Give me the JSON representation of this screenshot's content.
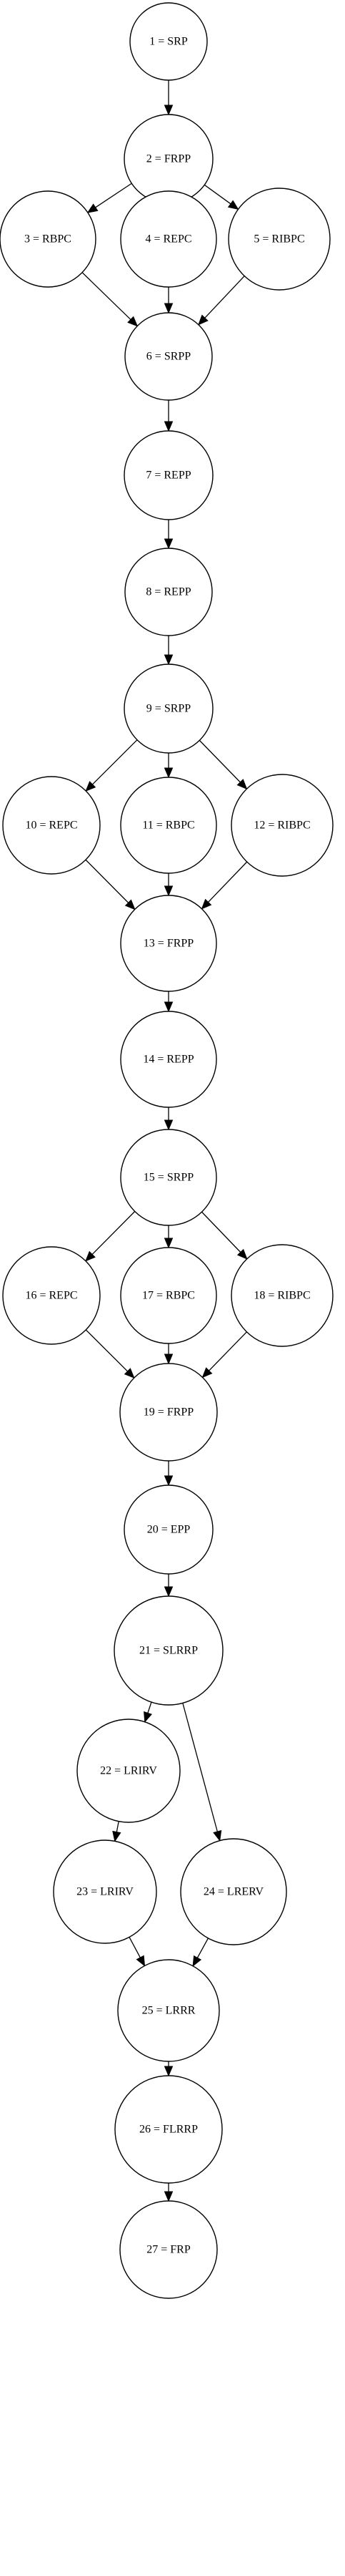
{
  "nodes": [
    {
      "id": "1",
      "label": "1 = SRP"
    },
    {
      "id": "2",
      "label": "2 = FRPP"
    },
    {
      "id": "3",
      "label": "3 = RBPC"
    },
    {
      "id": "4",
      "label": "4 = REPC"
    },
    {
      "id": "5",
      "label": "5 = RIBPC"
    },
    {
      "id": "6",
      "label": "6 = SRPP"
    },
    {
      "id": "7",
      "label": "7 = REPP"
    },
    {
      "id": "8",
      "label": "8 = REPP"
    },
    {
      "id": "9",
      "label": "9 = SRPP"
    },
    {
      "id": "10",
      "label": "10 = REPC"
    },
    {
      "id": "11",
      "label": "11 = RBPC"
    },
    {
      "id": "12",
      "label": "12 = RIBPC"
    },
    {
      "id": "13",
      "label": "13 = FRPP"
    },
    {
      "id": "14",
      "label": "14 = REPP"
    },
    {
      "id": "15",
      "label": "15 = SRPP"
    },
    {
      "id": "16",
      "label": "16 = REPC"
    },
    {
      "id": "17",
      "label": "17 = RBPC"
    },
    {
      "id": "18",
      "label": "18 = RIBPC"
    },
    {
      "id": "19",
      "label": "19 = FRPP"
    },
    {
      "id": "20",
      "label": "20 = EPP"
    },
    {
      "id": "21",
      "label": "21 = SLRRP"
    },
    {
      "id": "22",
      "label": "22 = LRIRV"
    },
    {
      "id": "23",
      "label": "23 = LRIRV"
    },
    {
      "id": "24",
      "label": "24 = LRERV"
    },
    {
      "id": "25",
      "label": "25 = LRRR"
    },
    {
      "id": "26",
      "label": "26 = FLRRP"
    },
    {
      "id": "27",
      "label": "27 = FRP"
    }
  ],
  "edges": [
    [
      "1",
      "2"
    ],
    [
      "2",
      "3"
    ],
    [
      "2",
      "4"
    ],
    [
      "2",
      "5"
    ],
    [
      "3",
      "6"
    ],
    [
      "4",
      "6"
    ],
    [
      "5",
      "6"
    ],
    [
      "6",
      "7"
    ],
    [
      "7",
      "8"
    ],
    [
      "8",
      "9"
    ],
    [
      "9",
      "10"
    ],
    [
      "9",
      "11"
    ],
    [
      "9",
      "12"
    ],
    [
      "10",
      "13"
    ],
    [
      "11",
      "13"
    ],
    [
      "12",
      "13"
    ],
    [
      "13",
      "14"
    ],
    [
      "14",
      "15"
    ],
    [
      "15",
      "16"
    ],
    [
      "15",
      "17"
    ],
    [
      "15",
      "18"
    ],
    [
      "16",
      "19"
    ],
    [
      "17",
      "19"
    ],
    [
      "18",
      "19"
    ],
    [
      "19",
      "20"
    ],
    [
      "20",
      "21"
    ],
    [
      "21",
      "22"
    ],
    [
      "21",
      "24"
    ],
    [
      "22",
      "23"
    ],
    [
      "23",
      "25"
    ],
    [
      "24",
      "25"
    ],
    [
      "25",
      "26"
    ],
    [
      "26",
      "27"
    ]
  ]
}
